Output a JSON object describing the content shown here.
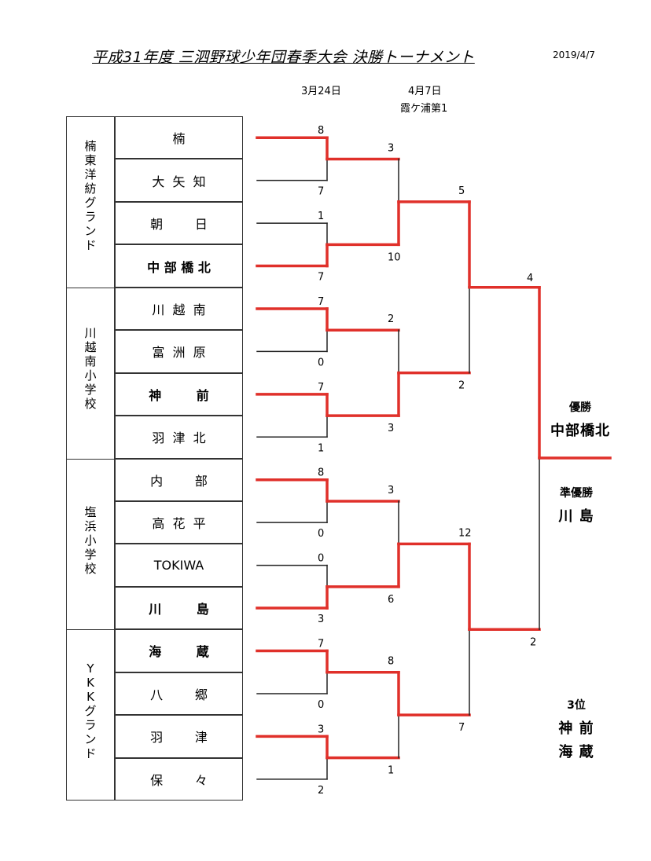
{
  "header": {
    "title": "平成31年度  三泗野球少年団春季大会 決勝トーナメント",
    "date": "2019/4/7"
  },
  "columns": {
    "round1_date": "3月24日",
    "round2_date": "4月7日",
    "round2_venue": "霞ケ浦第1"
  },
  "venues": [
    {
      "name": "楠東洋紡グランド"
    },
    {
      "name": "川越南小学校"
    },
    {
      "name": "塩浜小学校"
    },
    {
      "name": "YKKグランド"
    }
  ],
  "teams": [
    {
      "name": "楠",
      "bold": false
    },
    {
      "name": "大  矢  知",
      "bold": false
    },
    {
      "name": "朝        日",
      "bold": false
    },
    {
      "name": "中 部 橋 北",
      "bold": true
    },
    {
      "name": "川  越  南",
      "bold": false
    },
    {
      "name": "富  洲  原",
      "bold": false
    },
    {
      "name": "神        前",
      "bold": true
    },
    {
      "name": "羽  津  北",
      "bold": false
    },
    {
      "name": "内        部",
      "bold": false
    },
    {
      "name": "高  花  平",
      "bold": false
    },
    {
      "name": "TOKIWA",
      "bold": false
    },
    {
      "name": "川        島",
      "bold": true
    },
    {
      "name": "海        蔵",
      "bold": true
    },
    {
      "name": "八        郷",
      "bold": false
    },
    {
      "name": "羽        津",
      "bold": false
    },
    {
      "name": "保        々",
      "bold": false
    }
  ],
  "round1_scores": [
    {
      "top": "8",
      "bottom": "7",
      "winner": "top"
    },
    {
      "top": "1",
      "bottom": "7",
      "winner": "bottom"
    },
    {
      "top": "7",
      "bottom": "0",
      "winner": "top"
    },
    {
      "top": "7",
      "bottom": "1",
      "winner": "top"
    },
    {
      "top": "8",
      "bottom": "0",
      "winner": "top"
    },
    {
      "top": "0",
      "bottom": "3",
      "winner": "bottom"
    },
    {
      "top": "7",
      "bottom": "0",
      "winner": "top"
    },
    {
      "top": "3",
      "bottom": "2",
      "winner": "top"
    }
  ],
  "round2_scores": [
    {
      "top": "3",
      "bottom": "10",
      "winner": "bottom"
    },
    {
      "top": "2",
      "bottom": "3",
      "winner": "bottom"
    },
    {
      "top": "3",
      "bottom": "6",
      "winner": "bottom"
    },
    {
      "top": "8",
      "bottom": "1",
      "winner": "top"
    }
  ],
  "semifinal_scores": [
    {
      "top": "5",
      "bottom": "2",
      "winner": "top"
    },
    {
      "top": "12",
      "bottom": "7",
      "winner": "top"
    }
  ],
  "final_scores": {
    "top": "4",
    "bottom": "2",
    "winner": "top"
  },
  "results": {
    "champion_label": "優勝",
    "champion": "中部橋北",
    "runner_up_label": "準優勝",
    "runner_up": "川  島",
    "third_label": "3位",
    "third_1": "神  前",
    "third_2": "海  蔵"
  },
  "colors": {
    "winner_line": "#e0302a",
    "loser_line": "#222222"
  }
}
